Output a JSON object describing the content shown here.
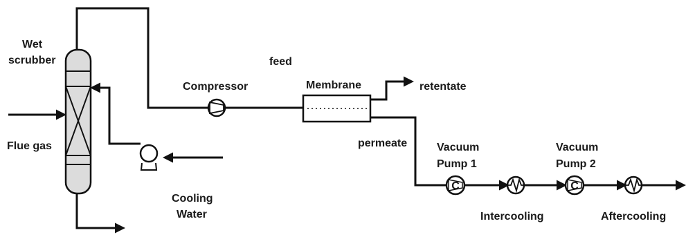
{
  "labels": {
    "wet_scrubber_line1": "Wet",
    "wet_scrubber_line2": "scrubber",
    "flue_gas": "Flue gas",
    "cooling_water_line1": "Cooling",
    "cooling_water_line2": "Water",
    "compressor": "Compressor",
    "feed": "feed",
    "membrane": "Membrane",
    "retentate": "retentate",
    "permeate": "permeate",
    "vacuum_pump_1_line1": "Vacuum",
    "vacuum_pump_1_line2": "Pump 1",
    "vacuum_pump_2_line1": "Vacuum",
    "vacuum_pump_2_line2": "Pump 2",
    "intercooling": "Intercooling",
    "aftercooling": "Aftercooling",
    "compressor_symbol_1": "C",
    "compressor_symbol_2": "C"
  },
  "colors": {
    "stroke": "#111111",
    "column_fill": "#dcdcdc",
    "text": "#1a1a1a"
  }
}
